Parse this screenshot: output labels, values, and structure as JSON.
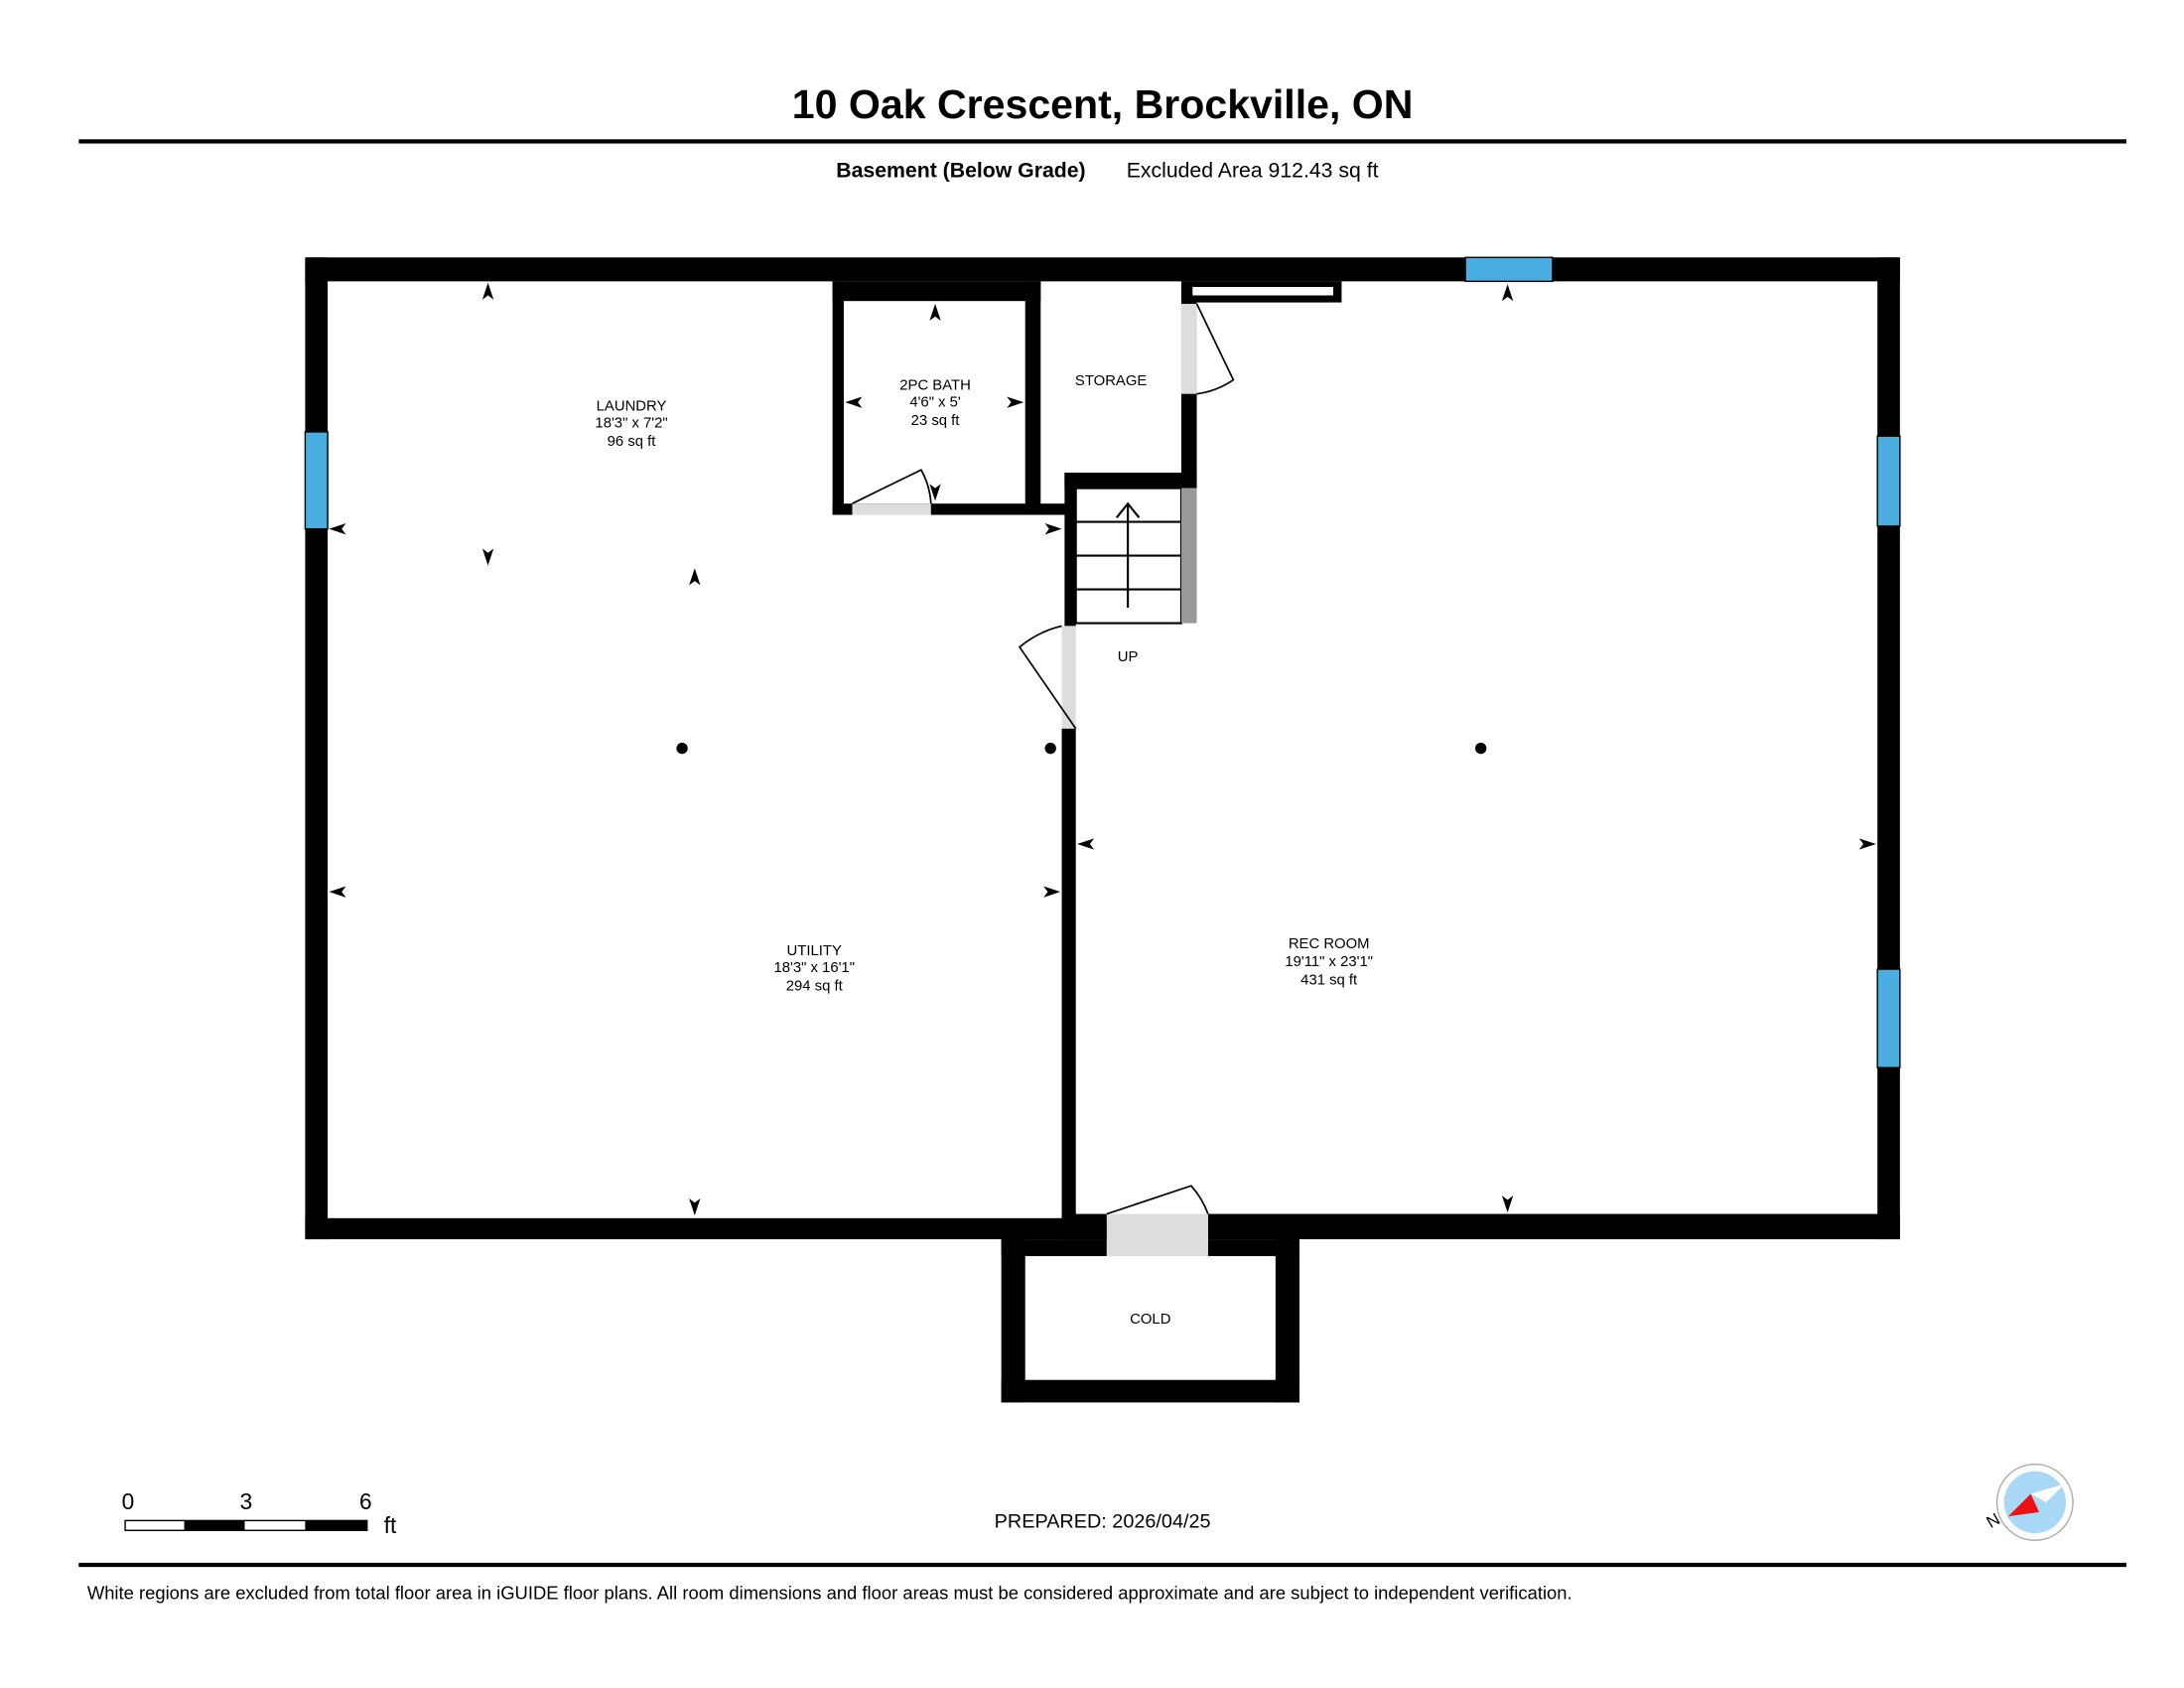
{
  "header": {
    "title": "10 Oak Crescent, Brockville, ON",
    "floor_label": "Basement (Below Grade)",
    "area_label": "Excluded Area 912.43 sq ft"
  },
  "rooms": {
    "laundry": {
      "name": "LAUNDRY",
      "dims": "18'3\" x 7'2\"",
      "area": "96 sq ft"
    },
    "bath": {
      "name": "2PC BATH",
      "dims": "4'6\" x 5'",
      "area": "23 sq ft"
    },
    "storage": {
      "name": "STORAGE"
    },
    "utility": {
      "name": "UTILITY",
      "dims": "18'3\" x 16'1\"",
      "area": "294 sq ft"
    },
    "rec": {
      "name": "REC ROOM",
      "dims": "19'11\" x 23'1\"",
      "area": "431 sq ft"
    },
    "cold": {
      "name": "COLD"
    },
    "stairs": {
      "label": "UP"
    }
  },
  "scale": {
    "ticks": [
      "0",
      "3",
      "6"
    ],
    "unit": "ft"
  },
  "prepared": "PREPARED: 2026/04/25",
  "compass": {
    "label": "N"
  },
  "footer": "White regions are excluded from total floor area in iGUIDE floor plans. All room dimensions and floor areas must be considered approximate and are subject to independent verification.",
  "colors": {
    "wall": "#000000",
    "window": "#4aaee0",
    "door": "#dddddd",
    "compass_bg": "#a8d8f5",
    "compass_needle": "#ee1111"
  }
}
